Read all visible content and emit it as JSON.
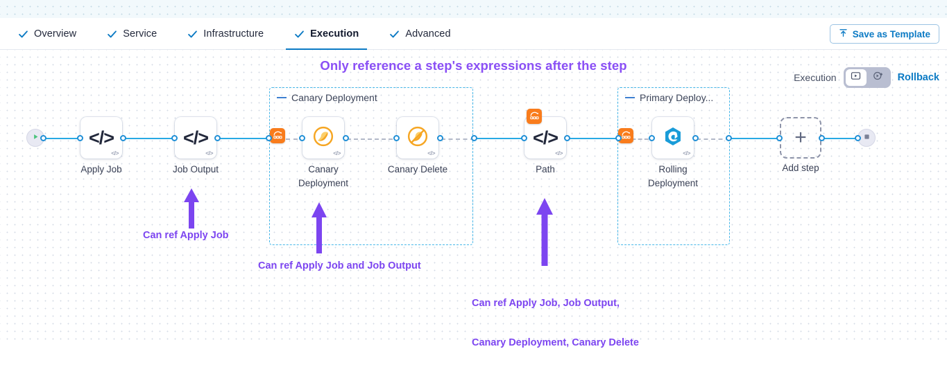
{
  "top_tabs": [
    {
      "label": "Overview",
      "icon": "check-icon",
      "active": false
    },
    {
      "label": "Service",
      "icon": "check-icon",
      "active": false
    },
    {
      "label": "Infrastructure",
      "icon": "check-icon",
      "active": false
    },
    {
      "label": "Execution",
      "icon": "check-icon",
      "active": true
    },
    {
      "label": "Advanced",
      "icon": "check-icon",
      "active": false
    }
  ],
  "toolbar": {
    "save_template_label": "Save as Template",
    "save_template_icon": "upload-icon"
  },
  "canvas": {
    "headline": "Only reference a step's expressions after the step",
    "mode_switch": {
      "execution_label": "Execution",
      "rollback_label": "Rollback",
      "execution_icon": "play-box-icon",
      "rollback_icon": "rollback-circle-icon",
      "selected": "execution"
    }
  },
  "pipeline": {
    "start_node": {
      "name": "start-node",
      "icon": "play-icon"
    },
    "end_node": {
      "name": "end-node",
      "icon": "stop-square-icon"
    },
    "steps": [
      {
        "id": "apply-job",
        "label": "Apply Job",
        "icon": "code-icon",
        "badge": "code-badge"
      },
      {
        "id": "job-output",
        "label": "Job Output",
        "icon": "code-icon",
        "badge": "code-badge"
      },
      {
        "id": "canary-deployment",
        "label": "Canary\nDeployment",
        "icon": "canary-bird-icon",
        "badge": "code-badge"
      },
      {
        "id": "canary-delete",
        "label": "Canary Delete",
        "icon": "canary-bird-delete-icon",
        "badge": "code-badge"
      },
      {
        "id": "path",
        "label": "Path",
        "icon": "code-icon",
        "badge": "code-badge"
      },
      {
        "id": "rolling-deployment",
        "label": "Rolling\nDeployment",
        "icon": "rolling-swirl-icon",
        "badge": "code-badge"
      }
    ],
    "groups": [
      {
        "id": "canary-deployment-group",
        "title": "Canary Deployment",
        "badge_icon": "step-group-icon"
      },
      {
        "id": "primary-deployment-group",
        "title": "Primary Deploy...",
        "badge_icon": "step-group-icon"
      }
    ],
    "add_step": {
      "label": "Add step",
      "icon": "plus-icon"
    }
  },
  "annotations": [
    {
      "id": "anno-apply-job",
      "text": "Can ref Apply Job"
    },
    {
      "id": "anno-canary-deployment",
      "text": "Can ref Apply Job and Job Output"
    },
    {
      "id": "anno-path",
      "text": "Can ref Apply Job, Job Output,\nCanary Deployment, Canary Delete"
    }
  ],
  "colors": {
    "accent_blue": "#0b7ac4",
    "link_blue": "#27a9e4",
    "group_border": "#45b6e8",
    "annotation_purple": "#7c45f0",
    "headline_purple": "#8a4ff5",
    "group_badge_orange": "#f97c1c"
  }
}
